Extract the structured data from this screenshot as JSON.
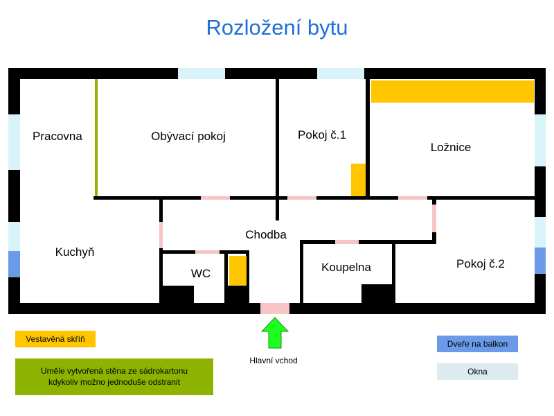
{
  "title": "Rozložení bytu",
  "rooms": {
    "pracovna": "Pracovna",
    "obyvaci": "Obývací pokoj",
    "pokoj1": "Pokoj č.1",
    "loznice": "Ložnice",
    "kuchyn": "Kuchyň",
    "chodba": "Chodba",
    "wc": "WC",
    "koupelna": "Koupelna",
    "pokoj2": "Pokoj č.2"
  },
  "entrance": "Hlavní vchod",
  "legend": {
    "wardrobe": "Vestavěná skříň",
    "wall_line1": "Uměle vytvořená stěna ze sádrokartonu",
    "wall_line2": "kdykoliv možno jednoduše odstranit",
    "balcony": "Dveře na balkon",
    "window": "Okna"
  },
  "colors": {
    "wall": "#000000",
    "window": "#d9f4f9",
    "balcony_door": "#6b9be8",
    "door": "#f7c5c5",
    "wardrobe": "#ffc600",
    "drywall": "#8db300",
    "entrance_arrow": "#1dff1d",
    "window_legend": "#dcebf0",
    "title": "#1f6fd6"
  }
}
